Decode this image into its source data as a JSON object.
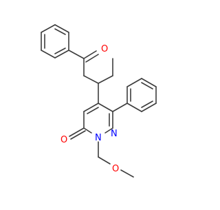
{
  "molecule": {
    "atoms": {
      "o_ketone": {
        "symbol": "O",
        "color": "#ff0000"
      },
      "o_ring": {
        "symbol": "O",
        "color": "#ff0000"
      },
      "o_ether": {
        "symbol": "O",
        "color": "#ff0000"
      },
      "n1": {
        "symbol": "N",
        "color": "#0000ff"
      },
      "n2": {
        "symbol": "N",
        "color": "#0000ff"
      }
    },
    "bond_color": "#3c3c3c"
  }
}
